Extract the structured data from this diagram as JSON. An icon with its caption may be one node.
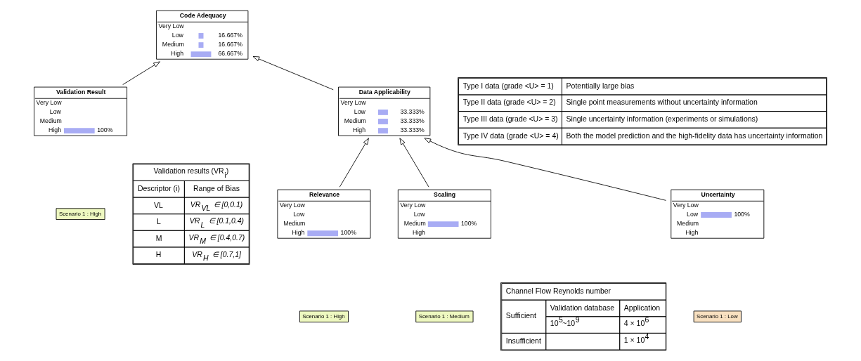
{
  "diagram": {
    "nodes": [
      {
        "text": [
          "Code Adequacy",
          "Very Low",
          "Low",
          "16.667%",
          "Medium",
          "16.667%",
          "High",
          "66.667%"
        ]
      },
      {
        "text": [
          "Validation Result",
          "Very Low",
          "Low",
          "Medium",
          "High",
          "100%"
        ]
      },
      {
        "text": [
          "Data Applicability",
          "Very Low",
          "Low",
          "33.333%",
          "Medium",
          "33.333%",
          "High",
          "33.333%"
        ]
      },
      {
        "text": [
          "Relevance",
          "Very Low",
          "Low",
          "Medium",
          "High",
          "100%"
        ]
      },
      {
        "text": [
          "Scaling",
          "Very Low",
          "Low",
          "Medium",
          "100%",
          "High"
        ]
      },
      {
        "text": [
          "Uncertainty",
          "Very Low",
          "Low",
          "100%",
          "Medium",
          "High"
        ]
      }
    ],
    "edges": [
      {
        "from": 1,
        "to": 0,
        "arrow": "to"
      },
      {
        "from": 2,
        "to": 0,
        "arrow": "to"
      },
      {
        "from": 3,
        "to": 2,
        "arrow": "to"
      },
      {
        "from": 4,
        "to": 2,
        "arrow": "to"
      },
      {
        "from": 5,
        "to": 2,
        "arrow": "to"
      }
    ],
    "labels": [
      "Scenario 1 : High",
      "Validation results (VR$_{i}$)",
      "Descriptor (i)",
      "Range of Bias",
      "VL",
      "VR$_{VL}$ ∈ [0,0.1)",
      "L",
      "VR$_{L}$ ∈ [0.1,0.4)",
      "M",
      "VR$_{M}$ ∈ [0.4,0.7)",
      "H",
      "VR$_{H}$ ∈ [0.7,1]",
      "Scenario 1 : High",
      "Scenario 1 : Medium",
      "Scenario 1 : Low",
      "Channel Flow Reynolds number",
      "Sufficient",
      "Validation database",
      "Application",
      "10$^{5}$~10$^{9}$",
      "4 × 10$^{6}$",
      "Insufficient",
      "1 × 10$^{4}$",
      "Type I data (grade <U> = 1)",
      "Potentially large bias",
      "Type II data (grade <U> = 2)",
      "Single point measurements without uncertainty information",
      "Type III data (grade <U> = 3)",
      "Single uncertainty information (experiments or simulations)",
      "Type IV data (grade <U> = 4)",
      "Both the model prediction and the high-fidelity data has uncertainty information"
    ]
  }
}
